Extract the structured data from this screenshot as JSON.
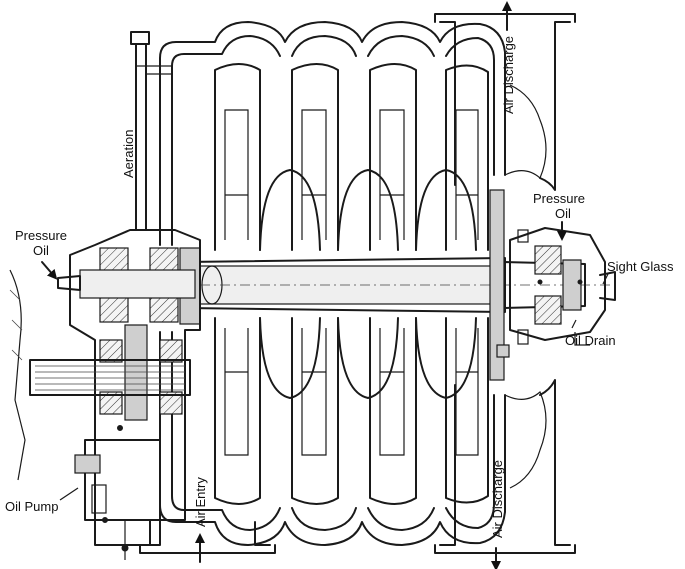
{
  "labels": {
    "aeration": "Aeration",
    "air_discharge_top": "Air Discharge",
    "air_discharge_bottom": "Air Discharge",
    "air_entry": "Air Entry",
    "pressure_oil_left_line1": "Pressure",
    "pressure_oil_left_line2": "Oil",
    "pressure_oil_right_line1": "Pressure",
    "pressure_oil_right_line2": "Oil",
    "sight_glass": "Sight Glass",
    "oil_drain": "Oil Drain",
    "oil_pump": "Oil Pump"
  }
}
